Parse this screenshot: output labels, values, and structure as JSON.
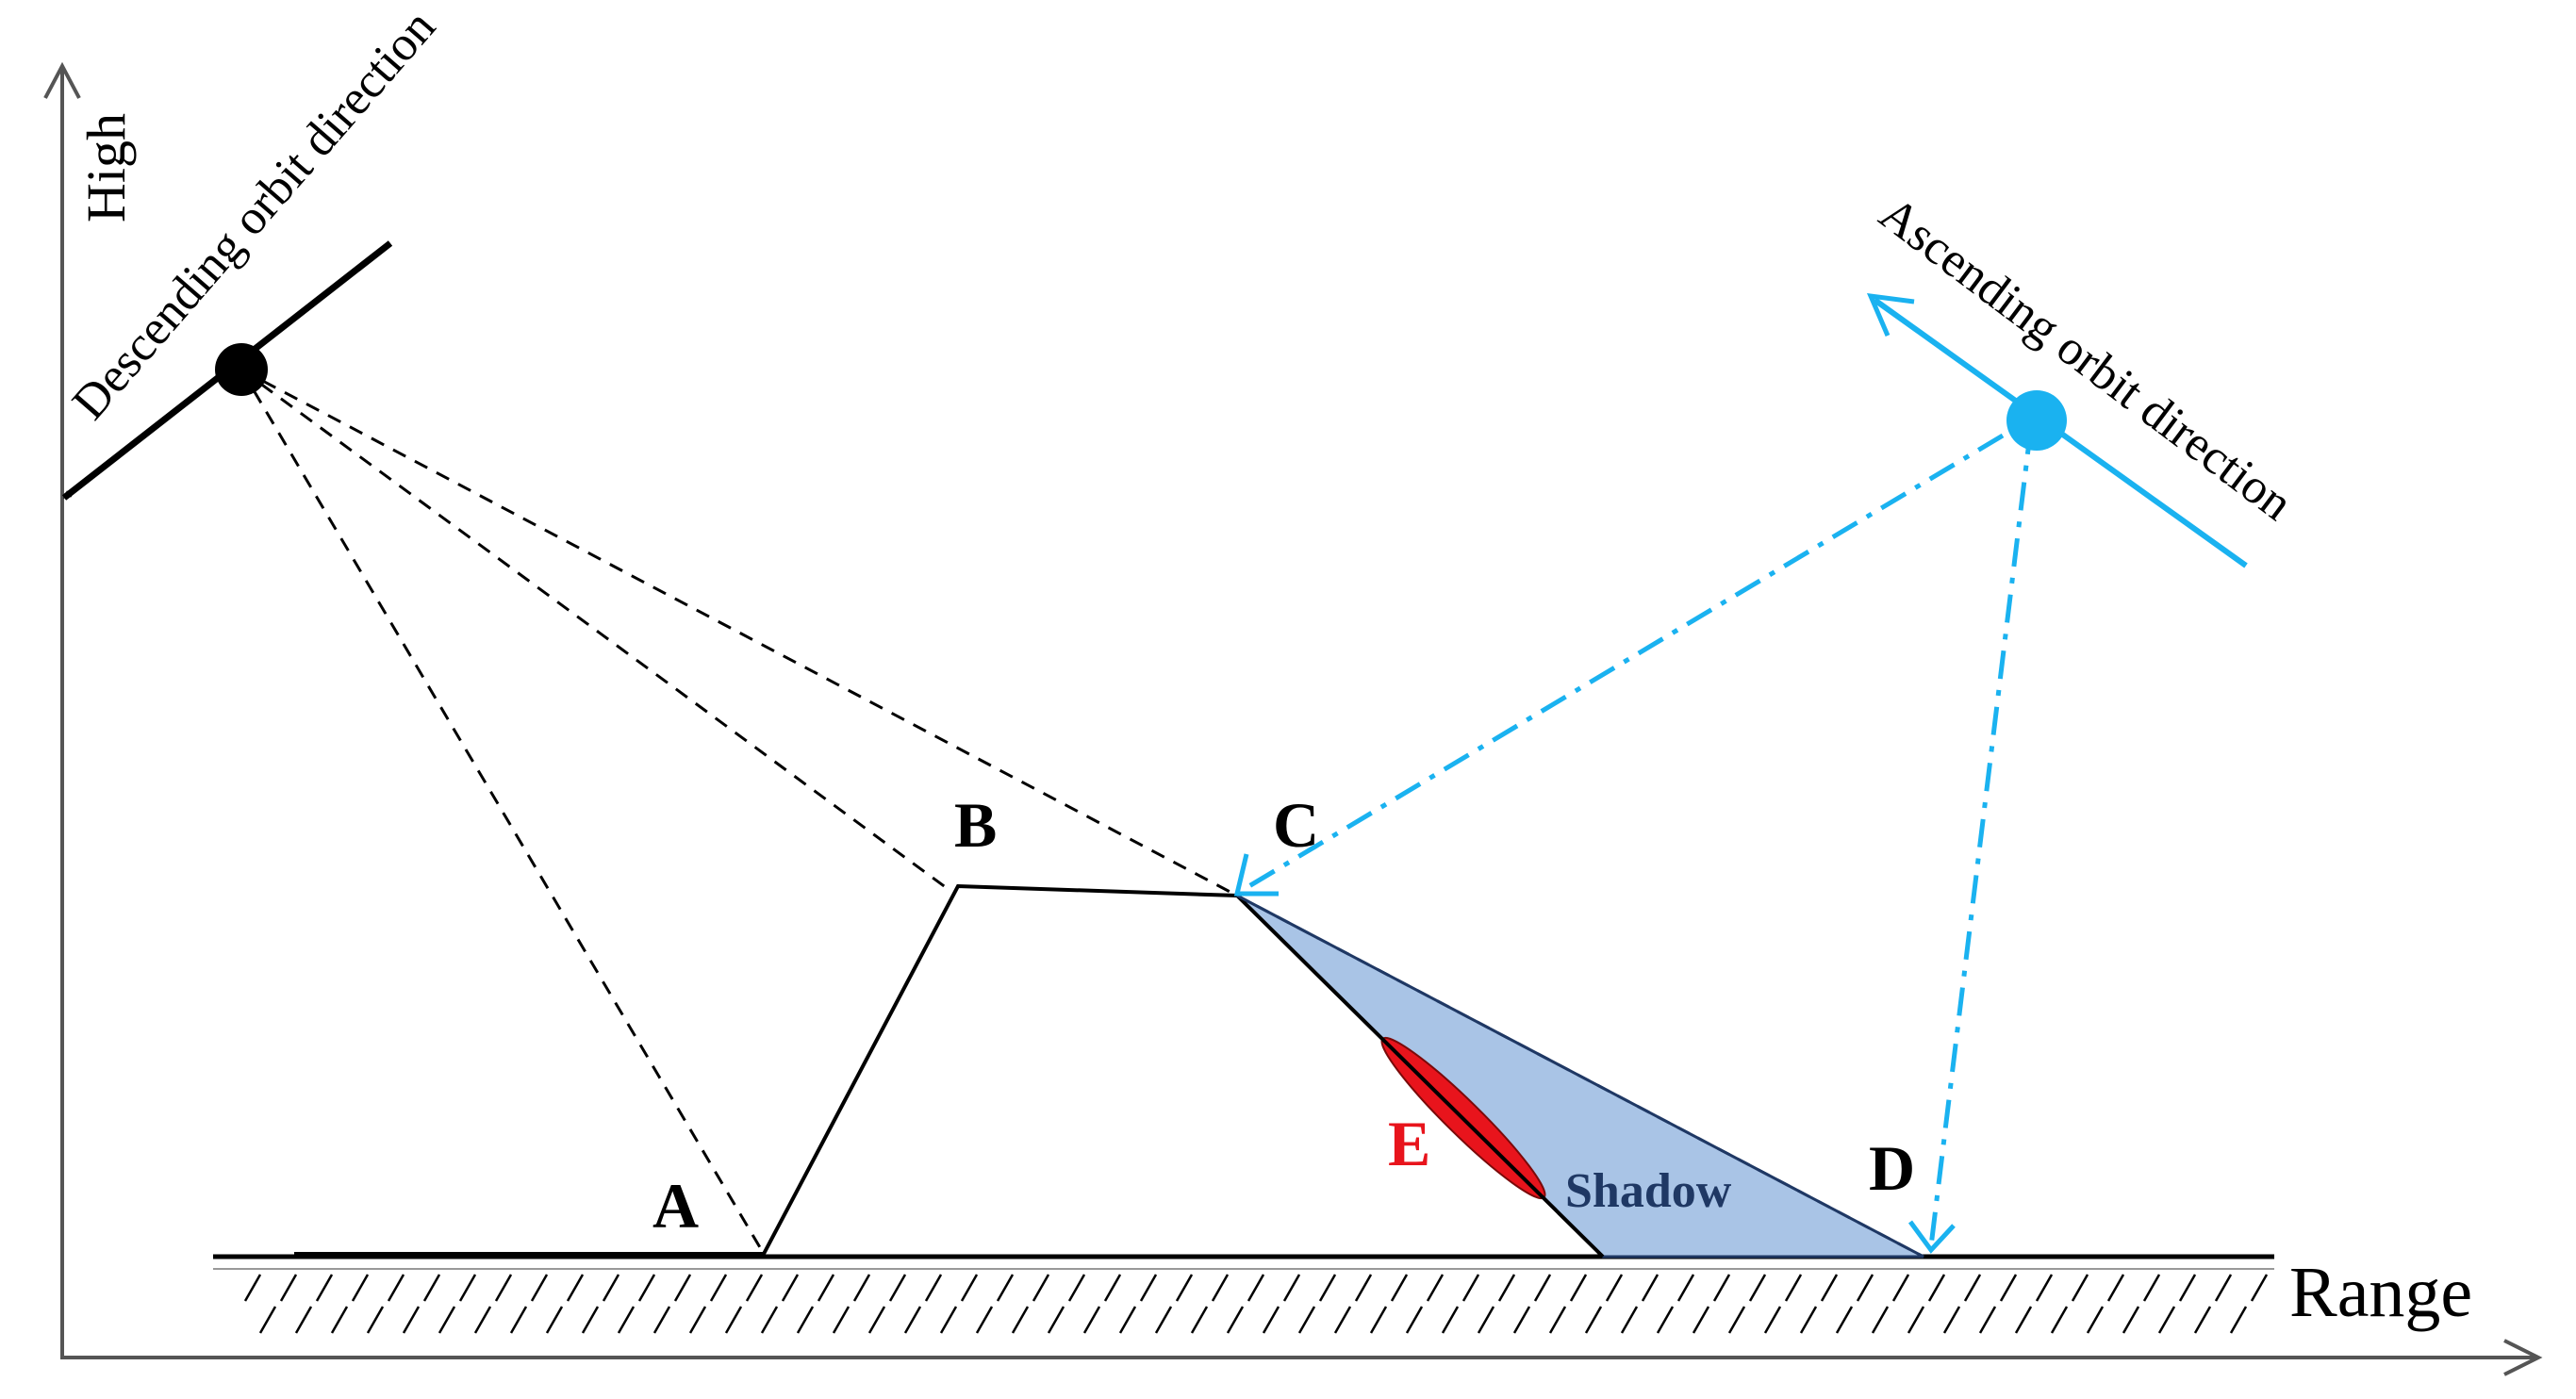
{
  "axes": {
    "y_label": "High",
    "x_label": "Range"
  },
  "points": {
    "a": "A",
    "b": "B",
    "c": "C",
    "d": "D",
    "e": "E"
  },
  "region": {
    "shadow": "Shadow"
  },
  "orbits": {
    "descending": "Descending orbit direction",
    "ascending": "Ascending orbit direction"
  },
  "colors": {
    "line": "#000000",
    "ascending": "#1ab2f0",
    "shadow_fill": "#a9c4e6",
    "shadow_text": "#1f3864",
    "e_fill": "#e8141c",
    "e_text": "#e8141c"
  }
}
